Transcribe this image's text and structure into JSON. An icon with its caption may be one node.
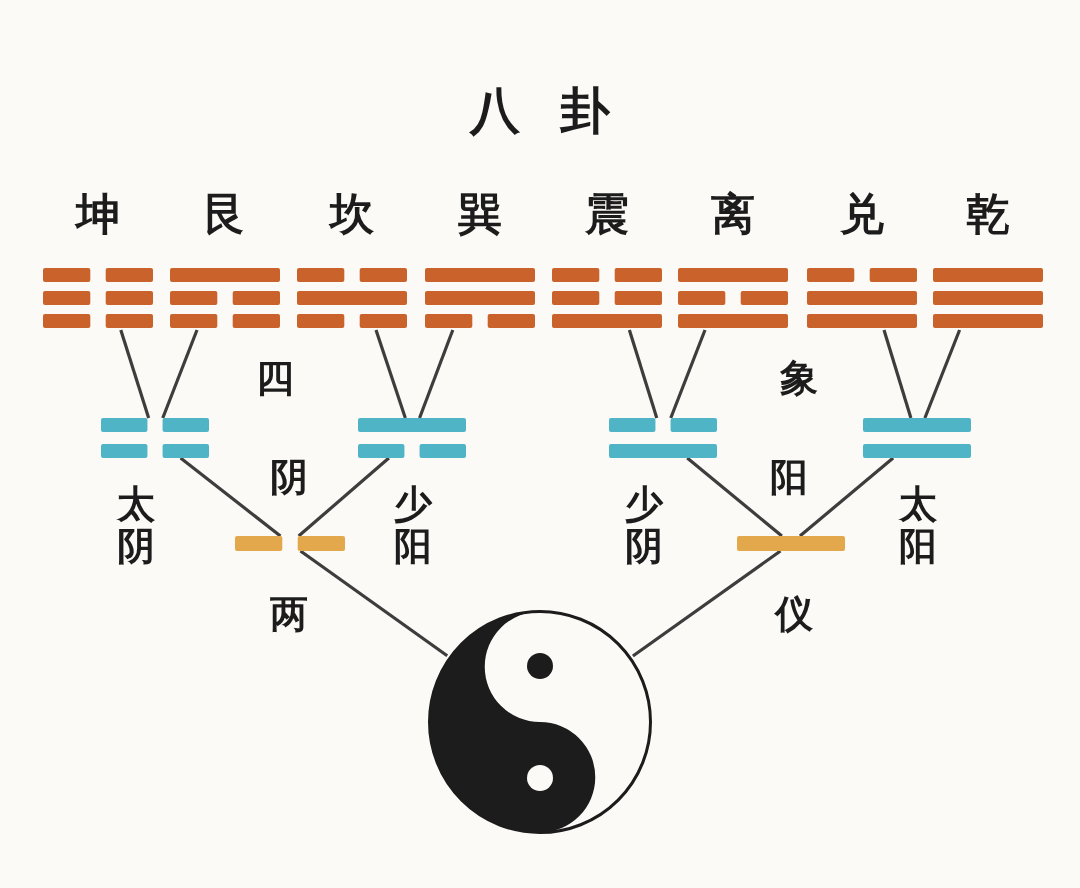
{
  "diagram": {
    "title": "八卦",
    "nodes": [
      {
        "text": [
          "坤"
        ]
      },
      {
        "text": [
          "艮"
        ]
      },
      {
        "text": [
          "坎"
        ]
      },
      {
        "text": [
          "巽"
        ]
      },
      {
        "text": [
          "震"
        ]
      },
      {
        "text": [
          "离"
        ]
      },
      {
        "text": [
          "兑"
        ]
      },
      {
        "text": [
          "乾"
        ]
      },
      {
        "text": [],
        "shape": "bar",
        "beside": [
          "太阴"
        ]
      },
      {
        "text": [],
        "shape": "bar",
        "beside": [
          "少阳"
        ]
      },
      {
        "text": [],
        "shape": "bar",
        "beside": [
          "少阴"
        ]
      },
      {
        "text": [],
        "shape": "bar",
        "beside": [
          "太阳"
        ]
      },
      {
        "text": [],
        "shape": "bar"
      },
      {
        "text": [],
        "shape": "bar"
      },
      {
        "text": [],
        "shape": "picture"
      }
    ],
    "edges": [
      {
        "from": 14,
        "to": 12,
        "arrow": "none"
      },
      {
        "from": 14,
        "to": 13,
        "arrow": "none"
      },
      {
        "from": 12,
        "to": 8,
        "arrow": "none"
      },
      {
        "from": 12,
        "to": 9,
        "arrow": "none"
      },
      {
        "from": 13,
        "to": 10,
        "arrow": "none"
      },
      {
        "from": 13,
        "to": 11,
        "arrow": "none"
      },
      {
        "from": 8,
        "to": 0,
        "arrow": "none"
      },
      {
        "from": 8,
        "to": 1,
        "arrow": "none"
      },
      {
        "from": 9,
        "to": 2,
        "arrow": "none"
      },
      {
        "from": 9,
        "to": 3,
        "arrow": "none"
      },
      {
        "from": 10,
        "to": 4,
        "arrow": "none"
      },
      {
        "from": 10,
        "to": 5,
        "arrow": "none"
      },
      {
        "from": 11,
        "to": 6,
        "arrow": "none"
      },
      {
        "from": 11,
        "to": 7,
        "arrow": "none"
      }
    ],
    "labels": [
      "四",
      "象",
      "阴",
      "阳",
      "两",
      "仪"
    ]
  }
}
